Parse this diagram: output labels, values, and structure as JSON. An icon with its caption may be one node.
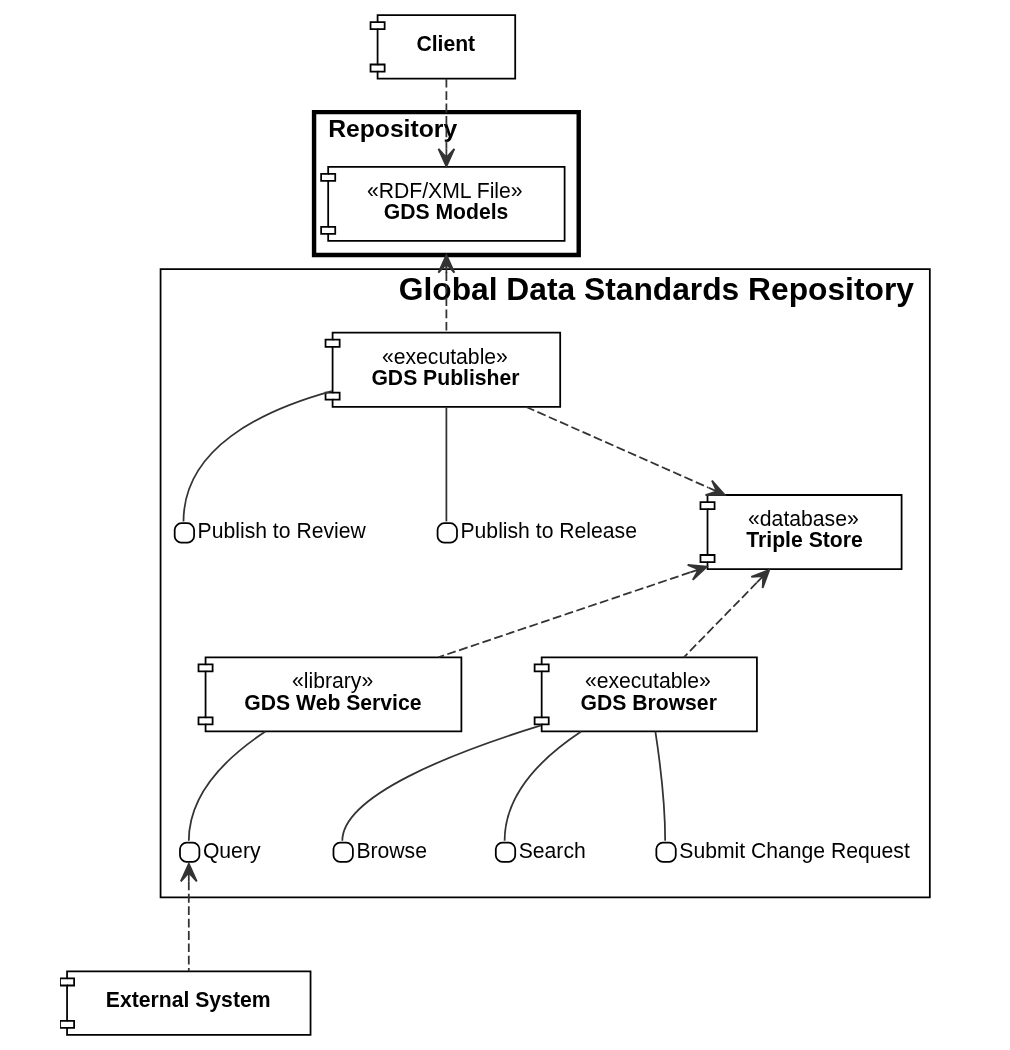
{
  "diagram": {
    "nodes": [
      {
        "text": [
          "Repository"
        ]
      },
      {
        "text": [
          "«RDF/XML File»",
          "GDS Models"
        ],
        "in": 0
      },
      {
        "text": [
          "Client"
        ]
      },
      {
        "text": [
          "Global Data Standards Repository"
        ]
      },
      {
        "text": [
          "«executable»",
          "GDS Publisher"
        ],
        "in": 3
      },
      {
        "text": [
          "Publish to Review"
        ],
        "in": 3
      },
      {
        "text": [
          "Publish to Release"
        ],
        "in": 3
      },
      {
        "text": [
          "«database»",
          "Triple Store"
        ],
        "in": 3
      },
      {
        "text": [
          "«library»",
          "GDS Web Service"
        ],
        "in": 3
      },
      {
        "text": [
          "Query"
        ],
        "in": 3
      },
      {
        "text": [
          "«executable»",
          "GDS Browser"
        ],
        "in": 3
      },
      {
        "text": [
          "Browse"
        ],
        "in": 3
      },
      {
        "text": [
          "Search"
        ],
        "in": 3
      },
      {
        "text": [
          "Submit Change Request"
        ],
        "in": 3
      },
      {
        "text": [
          "External System"
        ]
      }
    ],
    "edges": [
      {
        "from": 2,
        "to": 1,
        "arrow": "to",
        "style": "dashed"
      },
      {
        "from": 4,
        "to": 0,
        "arrow": "to",
        "style": "dashed"
      },
      {
        "from": 4,
        "to": 5,
        "arrow": "none"
      },
      {
        "from": 4,
        "to": 6,
        "arrow": "none"
      },
      {
        "from": 4,
        "to": 7,
        "arrow": "to",
        "style": "dashed"
      },
      {
        "from": 8,
        "to": 7,
        "arrow": "to",
        "style": "dashed"
      },
      {
        "from": 10,
        "to": 7,
        "arrow": "to",
        "style": "dashed"
      },
      {
        "from": 8,
        "to": 9,
        "arrow": "none"
      },
      {
        "from": 14,
        "to": 9,
        "arrow": "to",
        "style": "dashed"
      },
      {
        "from": 10,
        "to": 11,
        "arrow": "none"
      },
      {
        "from": 10,
        "to": 12,
        "arrow": "none"
      },
      {
        "from": 10,
        "to": 13,
        "arrow": "none"
      }
    ]
  }
}
